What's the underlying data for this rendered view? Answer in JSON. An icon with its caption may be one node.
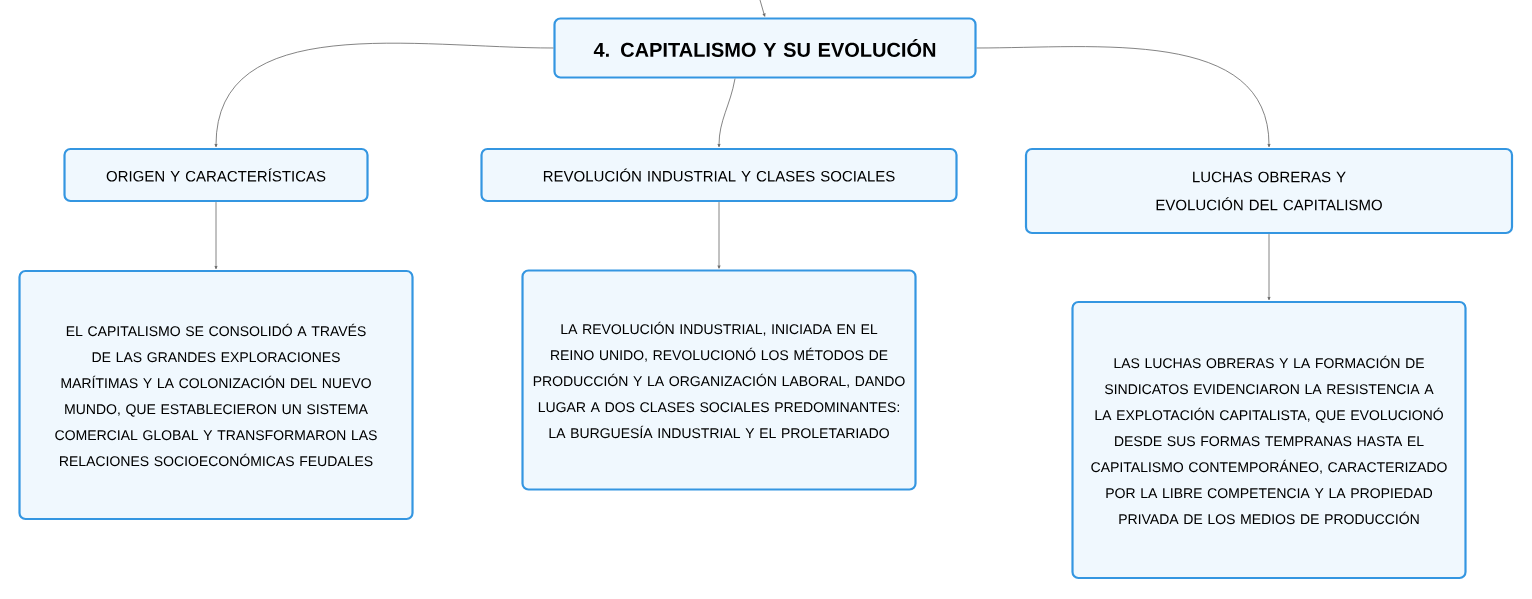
{
  "diagram": {
    "nodes": [
      {
        "text": [
          "4. CAPITALISMO Y SU EVOLUCIÓN"
        ]
      },
      {
        "text": [
          "ORIGEN Y CARACTERÍSTICAS"
        ]
      },
      {
        "text": [
          "REVOLUCIÓN INDUSTRIAL Y CLASES SOCIALES"
        ]
      },
      {
        "text": [
          "LUCHAS OBRERAS Y EVOLUCIÓN DEL CAPITALISMO"
        ]
      },
      {
        "text": [
          "EL CAPITALISMO SE CONSOLIDÓ A TRAVÉS DE LAS GRANDES EXPLORACIONES MARÍTIMAS Y LA COLONIZACIÓN DEL NUEVO MUNDO, QUE ESTABLECIERON UN SISTEMA COMERCIAL GLOBAL Y TRANSFORMARON LAS RELACIONES SOCIOECONÓMICAS FEUDALES"
        ]
      },
      {
        "text": [
          "LA REVOLUCIÓN INDUSTRIAL, INICIADA EN EL REINO UNIDO, REVOLUCIONÓ LOS MÉTODOS DE PRODUCCIÓN Y LA ORGANIZACIÓN LABORAL, DANDO LUGAR A DOS CLASES SOCIALES PREDOMINANTES: LA BURGUESÍA INDUSTRIAL Y EL PROLETARIADO"
        ]
      },
      {
        "text": [
          "LAS LUCHAS OBRERAS Y LA FORMACIÓN DE SINDICATOS EVIDENCIARON LA RESISTENCIA A LA EXPLOTACIÓN CAPITALISTA, QUE EVOLUCIONÓ DESDE SUS FORMAS TEMPRANAS HASTA EL CAPITALISMO CONTEMPORÁNEO, CARACTERIZADO POR LA LIBRE COMPETENCIA Y LA PROPIEDAD PRIVADA DE LOS MEDIOS DE PRODUCCIÓN"
        ]
      }
    ],
    "edges": [
      {
        "from": null,
        "to": 0,
        "arrow": "to"
      },
      {
        "from": 0,
        "to": 1,
        "arrow": "to"
      },
      {
        "from": 0,
        "to": 2,
        "arrow": "to"
      },
      {
        "from": 0,
        "to": 3,
        "arrow": "to"
      },
      {
        "from": 1,
        "to": 4,
        "arrow": "to"
      },
      {
        "from": 2,
        "to": 5,
        "arrow": "to"
      },
      {
        "from": 3,
        "to": 6,
        "arrow": "to"
      }
    ]
  }
}
